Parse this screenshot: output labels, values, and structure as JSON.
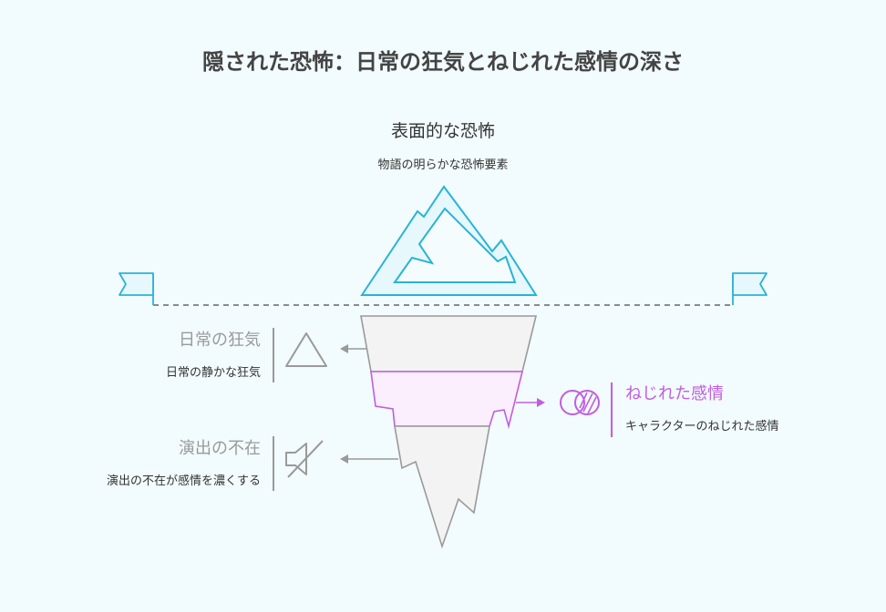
{
  "title": "隠された恐怖：日常の狂気とねじれた感情の深さ",
  "top": {
    "title": "表面的な恐怖",
    "desc": "物語の明らかな恐怖要素"
  },
  "layers": [
    {
      "title": "日常の狂気",
      "desc": "日常の静かな狂気",
      "icon": "triangle-icon",
      "color": "#9a9a9a",
      "fill": "#f3f3f3"
    },
    {
      "title": "ねじれた感情",
      "desc": "キャラクターのねじれた感情",
      "icon": "overlapping-circles-icon",
      "color": "#c15ee0",
      "fill": "#fbeefd"
    },
    {
      "title": "演出の不在",
      "desc": "演出の不在が感情を濃くする",
      "icon": "muted-speaker-icon",
      "color": "#9a9a9a",
      "fill": "#f3f3f3"
    }
  ],
  "colors": {
    "background": "#f2fbfd",
    "tip": "#29b3d6",
    "tip_fill": "#e6f8fc",
    "waterline": "#666666",
    "title": "#444444"
  }
}
